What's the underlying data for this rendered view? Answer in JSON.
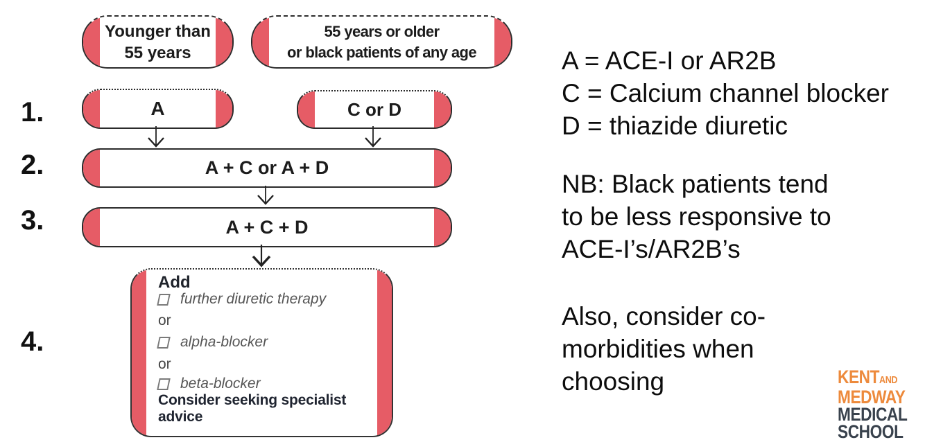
{
  "colors": {
    "pill_cap_red": "#e65c66",
    "logo_orange": "#ed8a3c",
    "logo_slate": "#39424d"
  },
  "steps": {
    "n1": "1.",
    "n2": "2.",
    "n3": "3.",
    "n4": "4."
  },
  "flow": {
    "younger_line1": "Younger than",
    "younger_line2": "55 years",
    "older_line1": "55 years or older",
    "older_line2": "or black patients of any age",
    "step1_left": "A",
    "step1_right": "C or D",
    "step2": "A + C or A + D",
    "step3": "A + C + D",
    "step4": {
      "heading": "Add",
      "option1": "further diuretic therapy",
      "or1": "or",
      "option2": "alpha-blocker",
      "or2": "or",
      "option3": "beta-blocker",
      "footer_line1": "Consider seeking specialist",
      "footer_line2": "advice"
    }
  },
  "legend": {
    "line1": "A = ACE-I or AR2B",
    "line2": "C = Calcium channel blocker",
    "line3": "D = thiazide diuretic"
  },
  "nb_note": {
    "line1": "NB: Black patients tend",
    "line2": "to be less responsive to",
    "line3": "ACE-I’s/AR2B’s"
  },
  "also_note": {
    "line1": "Also, consider co-",
    "line2": "morbidities when",
    "line3": "choosing"
  },
  "logo": {
    "kent": "KENT",
    "and": "AND",
    "medway": "MEDWAY",
    "medical": "MEDICAL",
    "school": "SCHOOL"
  }
}
